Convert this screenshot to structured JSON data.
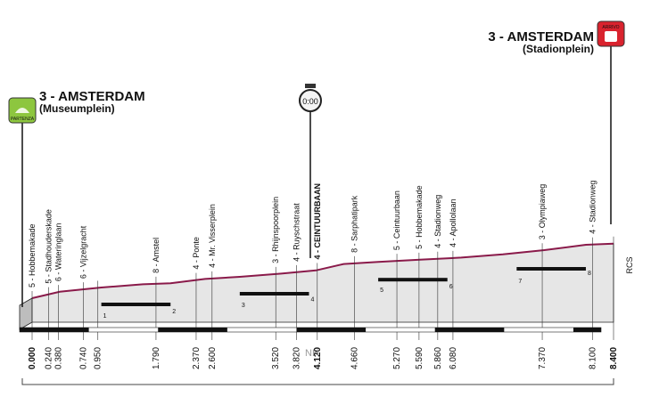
{
  "start": {
    "title": "3 - AMSTERDAM",
    "subtitle": "(Museumplein)",
    "badge": "PARTENZA",
    "badge_color": "#8dc63f",
    "icon": "start-flag-icon"
  },
  "finish": {
    "title": "3 - AMSTERDAM",
    "subtitle": "(Stadionplein)",
    "badge": "ARRIVO",
    "badge_color": "#d9232e",
    "icon": "finish-banner-icon"
  },
  "checkpoint": {
    "time": "0:00",
    "icon": "stopwatch-icon"
  },
  "watermark": "NH",
  "brand": "RCS",
  "colors": {
    "profile_line": "#8a1a4a",
    "profile_face": "#e6e6e6",
    "ruler_dark": "#111111"
  },
  "chart_data": {
    "type": "area",
    "x_unit": "km",
    "x_range": [
      0,
      8.4
    ],
    "waypoints": [
      {
        "km": "0.000",
        "label": "5 - Hobbemakade"
      },
      {
        "km": "0.240",
        "label": "5 - Stadhouderskade"
      },
      {
        "km": "0.380",
        "label": "6 - Wateringlaan"
      },
      {
        "km": "0.740",
        "label": "6 - Vijzelgracht"
      },
      {
        "km": "0.950",
        "label": ""
      },
      {
        "km": "1.790",
        "label": "8 - Amstel"
      },
      {
        "km": "2.370",
        "label": "4 - Ponte"
      },
      {
        "km": "2.600",
        "label": "4 - Mr. Visserplein"
      },
      {
        "km": "3.520",
        "label": "3 - Rhijnspoorplein"
      },
      {
        "km": "3.820",
        "label": "4 - Ruyschstraat"
      },
      {
        "km": "4.120",
        "label": "4 - CEINTUURBAAN"
      },
      {
        "km": "4.660",
        "label": "8 - Sarphatipark"
      },
      {
        "km": "5.270",
        "label": "5 - Ceintuurbaan"
      },
      {
        "km": "5.590",
        "label": "5 - Hobbemakade"
      },
      {
        "km": "5.860",
        "label": "4 - Stadionweg"
      },
      {
        "km": "6.080",
        "label": "4 - Apollolaan"
      },
      {
        "km": "7.370",
        "label": "3 - Olympiaweg"
      },
      {
        "km": "8.100",
        "label": "4 - Stadionweg"
      },
      {
        "km": "8.400",
        "label": ""
      }
    ],
    "highlight_km": "4.120",
    "km_ticks": [
      "1",
      "2",
      "3",
      "4",
      "5",
      "6",
      "7",
      "8"
    ],
    "profile": [
      [
        0.0,
        0.0
      ],
      [
        0.4,
        0.6
      ],
      [
        1.0,
        1.0
      ],
      [
        1.6,
        1.3
      ],
      [
        2.0,
        1.4
      ],
      [
        2.5,
        1.8
      ],
      [
        3.0,
        2.0
      ],
      [
        3.6,
        2.3
      ],
      [
        4.1,
        2.6
      ],
      [
        4.5,
        3.2
      ],
      [
        5.0,
        3.4
      ],
      [
        5.6,
        3.6
      ],
      [
        6.2,
        3.8
      ],
      [
        6.8,
        4.1
      ],
      [
        7.4,
        4.5
      ],
      [
        8.0,
        5.0
      ],
      [
        8.4,
        5.1
      ]
    ]
  }
}
